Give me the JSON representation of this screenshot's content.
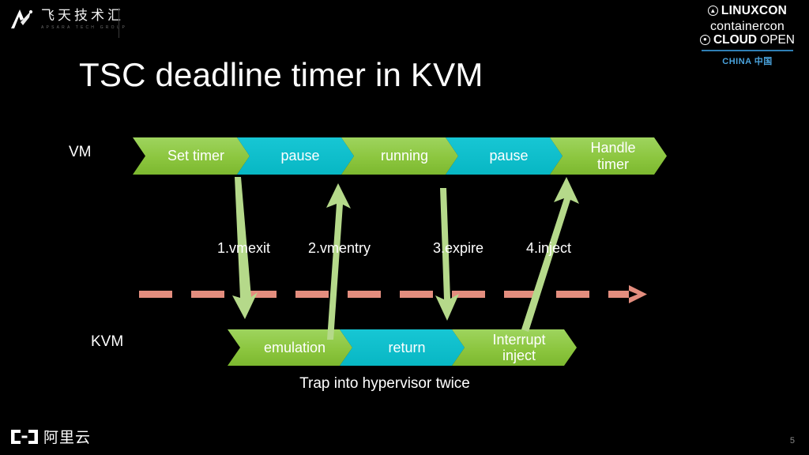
{
  "brand_left": {
    "cn_name": "飞天技术汇",
    "sub_name": "APSARA TECH GROUP",
    "logo_icon": "apsara-arrow-logo"
  },
  "brand_right": {
    "line1": "LINUXCON",
    "line2": "containercon",
    "line3_bold": "CLOUD",
    "line3_light": "OPEN",
    "region": "CHINA",
    "region_cn": "中国",
    "accent": "#4aa3dd",
    "icon1": "linux-penguin-circle-icon",
    "icon2": "cloud-circle-icon"
  },
  "title": "TSC deadline timer in KVM",
  "rows": {
    "vm": {
      "label": "VM",
      "stages": [
        {
          "text": "Set timer",
          "color": "green",
          "width": 148
        },
        {
          "text": "pause",
          "color": "teal",
          "width": 148
        },
        {
          "text": "running",
          "color": "green",
          "width": 148
        },
        {
          "text": "pause",
          "color": "teal",
          "width": 148
        },
        {
          "text": "Handle\ntimer",
          "color": "green",
          "width": 148
        }
      ]
    },
    "kvm": {
      "label": "KVM",
      "stages": [
        {
          "text": "emulation",
          "color": "green",
          "width": 158
        },
        {
          "text": "return",
          "color": "teal",
          "width": 158
        },
        {
          "text": "Interrupt\ninject",
          "color": "green",
          "width": 158
        }
      ]
    }
  },
  "boundary": {
    "name": "hypervisor-boundary",
    "color": "#e38d7e",
    "style": "dashed",
    "arrow": "right"
  },
  "steps": [
    {
      "id": 1,
      "label": "1.vmexit",
      "direction": "down"
    },
    {
      "id": 2,
      "label": "2.vmentry",
      "direction": "up"
    },
    {
      "id": 3,
      "label": "3.expire",
      "direction": "down"
    },
    {
      "id": 4,
      "label": "4.inject",
      "direction": "up"
    }
  ],
  "arrow_color": "#b5d98a",
  "caption": "Trap into hypervisor twice",
  "footer": {
    "cn_name": "阿里云",
    "logo_icon": "aliyun-bracket-logo",
    "page_number": "5"
  },
  "colors": {
    "green": "#8cc63f",
    "teal": "#0fbecb",
    "background": "#000000",
    "text": "#ffffff"
  }
}
